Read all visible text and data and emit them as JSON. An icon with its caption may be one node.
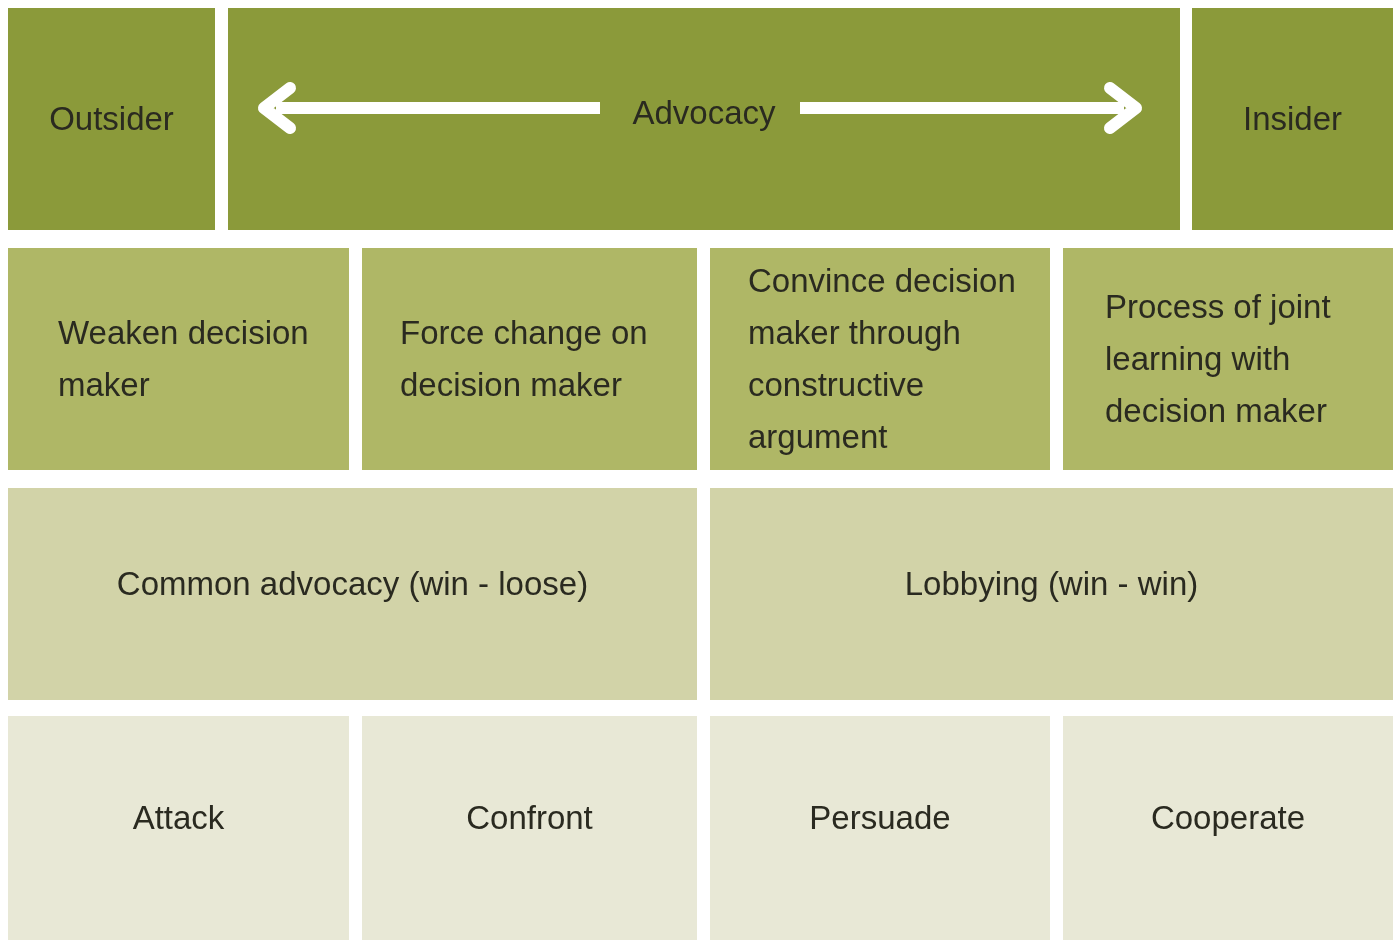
{
  "diagram": {
    "nodes": [
      {
        "text": [
          "Outsider"
        ]
      },
      {
        "text": [
          "Advocacy"
        ]
      },
      {
        "text": [
          "Insider"
        ]
      },
      {
        "text": [
          "Weaken decision maker"
        ]
      },
      {
        "text": [
          "Force change on decision maker"
        ]
      },
      {
        "text": [
          "Convince decision maker through constructive argument"
        ]
      },
      {
        "text": [
          "Process of joint learning with decision maker"
        ]
      },
      {
        "text": [
          "Common advocacy (win - loose)"
        ]
      },
      {
        "text": [
          "Lobbying (win - win)"
        ]
      },
      {
        "text": [
          "Attack"
        ]
      },
      {
        "text": [
          "Confront"
        ]
      },
      {
        "text": [
          "Persuade"
        ]
      },
      {
        "text": [
          "Cooperate"
        ]
      }
    ]
  }
}
